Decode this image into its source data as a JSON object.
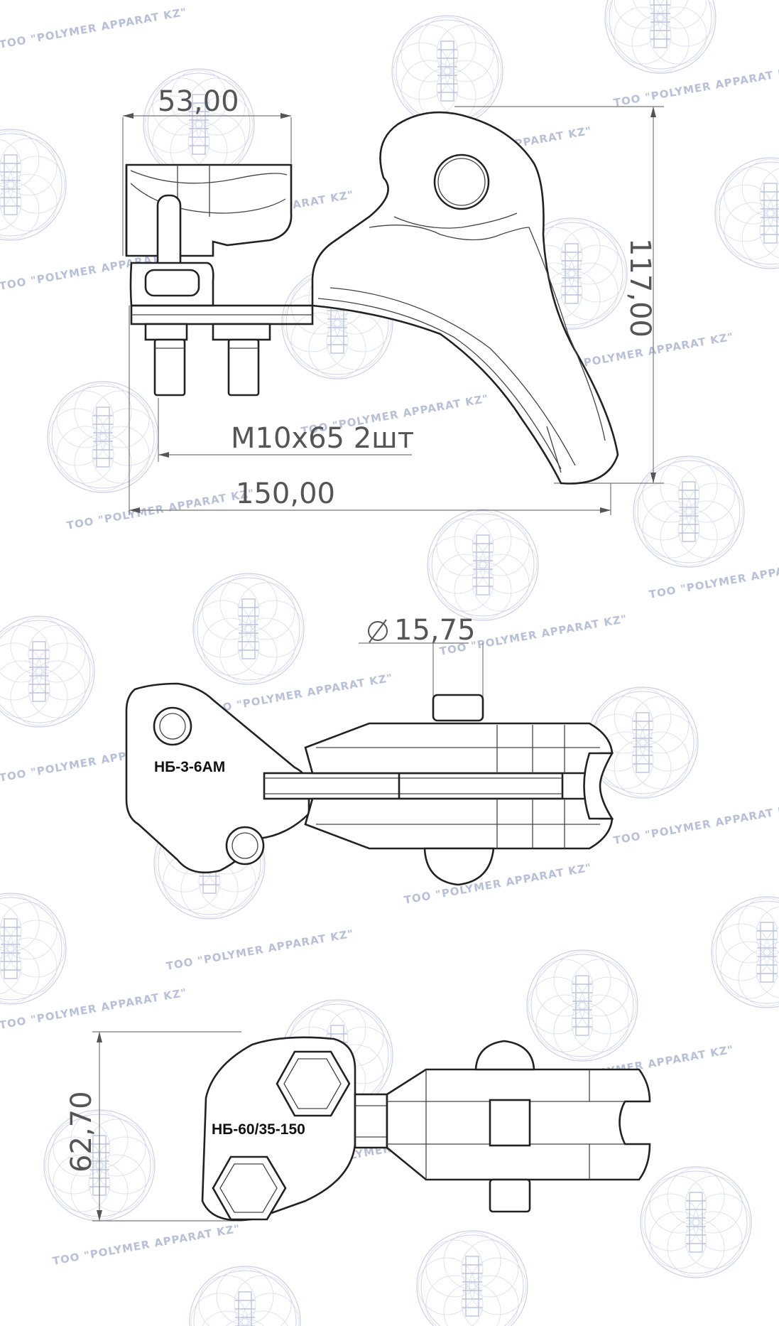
{
  "watermark": {
    "text": "TOO \"POLYMER  APPARAT KZ\"",
    "color": "#b7bfd9"
  },
  "views": {
    "side": {
      "dim_width_top": "53,00",
      "dim_height": "117,00",
      "bolt_label": "M10x65 2шт",
      "dim_length": "150,00"
    },
    "top": {
      "dim_diameter": "15,75",
      "part_marking": "НБ-3-6АМ"
    },
    "bottom": {
      "dim_height": "62,70",
      "part_marking": "НБ-60/35-150"
    }
  }
}
